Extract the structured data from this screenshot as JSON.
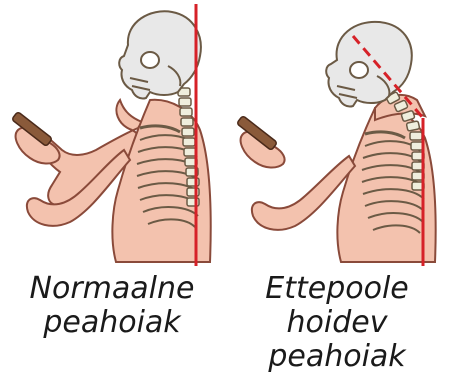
{
  "captions": {
    "left": [
      "Normaalne",
      "peahoiak"
    ],
    "right": [
      "Ettepoole",
      "hoidev",
      "peahoiak"
    ]
  },
  "colors": {
    "skin": "#f3c2ae",
    "skin_outline": "#8a4a3a",
    "bone": "#efeedd",
    "bone_outline": "#6b5a45",
    "skull": "#e8e8e8",
    "phone": "#8a5a3a",
    "guide_line": "#d62128"
  }
}
